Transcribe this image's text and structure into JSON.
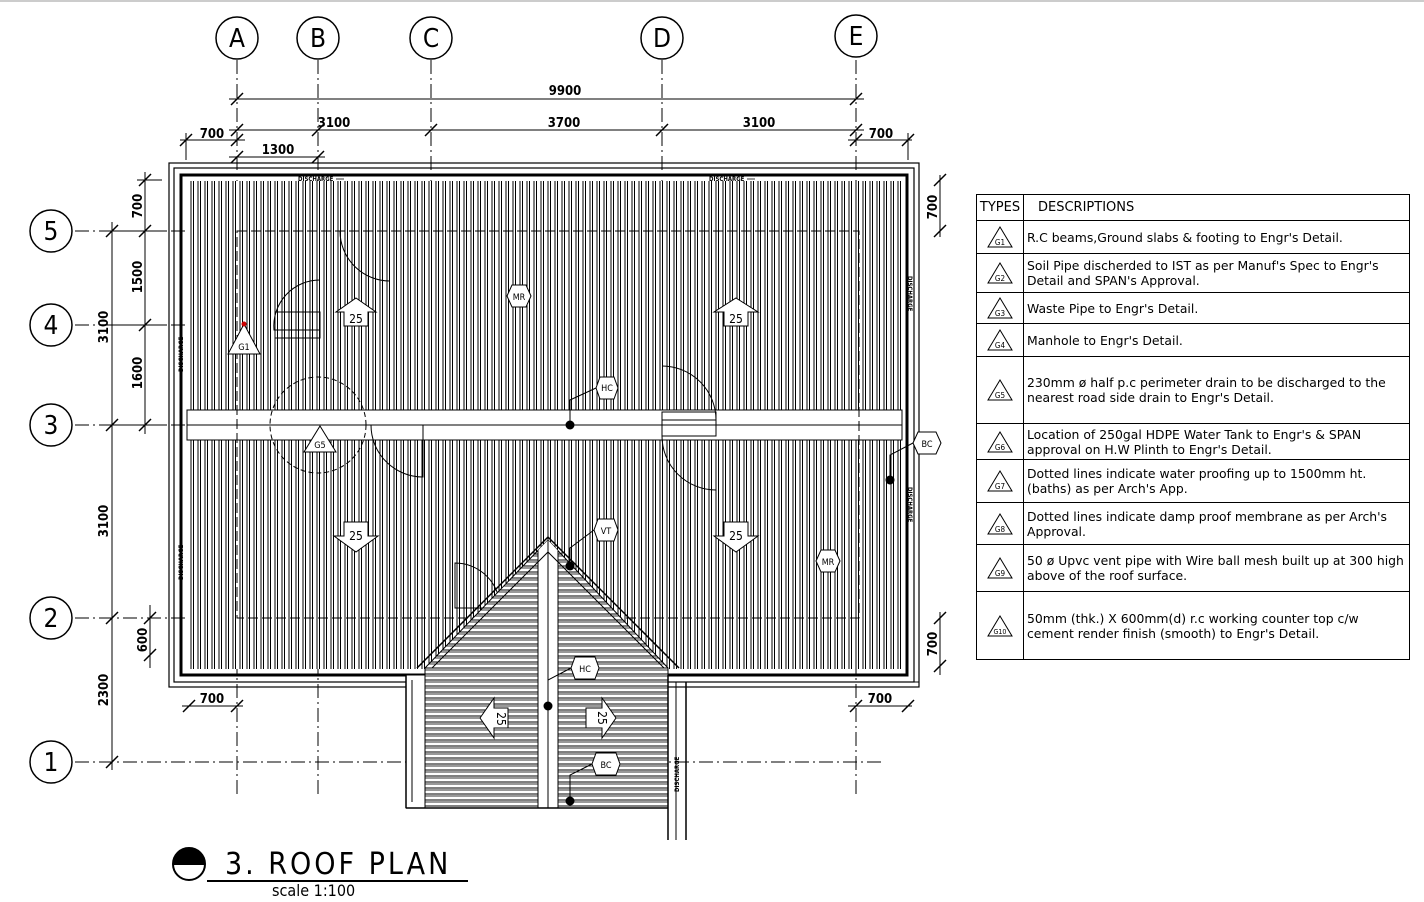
{
  "grid": {
    "columns": [
      "A",
      "B",
      "C",
      "D",
      "E"
    ],
    "rows": [
      "5",
      "4",
      "3",
      "2",
      "1"
    ]
  },
  "dimensions": {
    "overall": "9900",
    "bays": [
      "3100",
      "3700",
      "3100"
    ],
    "overhang_left": "700",
    "overhang_right": "700",
    "offset_1300": "1300",
    "overhang_bottom_left": "700",
    "overhang_bottom_right": "700",
    "vertical_left": [
      "700",
      "1500",
      "1600",
      "3100",
      "3100",
      "600",
      "2300"
    ],
    "vertical_right": [
      "700",
      "700"
    ]
  },
  "plan": {
    "discharge_label": "DISCHARGE",
    "slope_label": "25",
    "tags": {
      "hc": "HC",
      "bc": "BC",
      "vt": "VT",
      "mr": "MR",
      "g1": "G1",
      "g5": "G5"
    }
  },
  "title": {
    "text": "3. ROOF PLAN",
    "scale": "scale 1:100"
  },
  "legend": {
    "header_types": "TYPES",
    "header_descriptions": "DESCRIPTIONS",
    "rows": [
      {
        "type": "G1",
        "description": "R.C beams,Ground slabs & footing to Engr's Detail."
      },
      {
        "type": "G2",
        "description": "Soil Pipe discherded to IST as per Manuf's Spec to Engr's Detail and SPAN's Approval."
      },
      {
        "type": "G3",
        "description": "Waste Pipe to Engr's Detail."
      },
      {
        "type": "G4",
        "description": "Manhole to Engr's Detail."
      },
      {
        "type": "G5",
        "description": "230mm ø half p.c perimeter drain to be discharged to the nearest road side drain to Engr's Detail."
      },
      {
        "type": "G6",
        "description": "Location of 250gal HDPE Water Tank to Engr's & SPAN approval on H.W Plinth to Engr's Detail."
      },
      {
        "type": "G7",
        "description": "Dotted lines indicate water proofing up to 1500mm ht.(baths) as per Arch's App."
      },
      {
        "type": "G8",
        "description": "Dotted lines indicate damp proof membrane as per Arch's Approval."
      },
      {
        "type": "G9",
        "description": "50 ø Upvc vent pipe with Wire ball mesh built up at 300 high above of the roof surface."
      },
      {
        "type": "G10",
        "description": "50mm (thk.) X 600mm(d) r.c working counter top c/w cement render finish (smooth) to Engr's Detail."
      }
    ]
  },
  "colors": {
    "ink": "#000000",
    "paper": "#ffffff",
    "marker": "#cc0000"
  }
}
